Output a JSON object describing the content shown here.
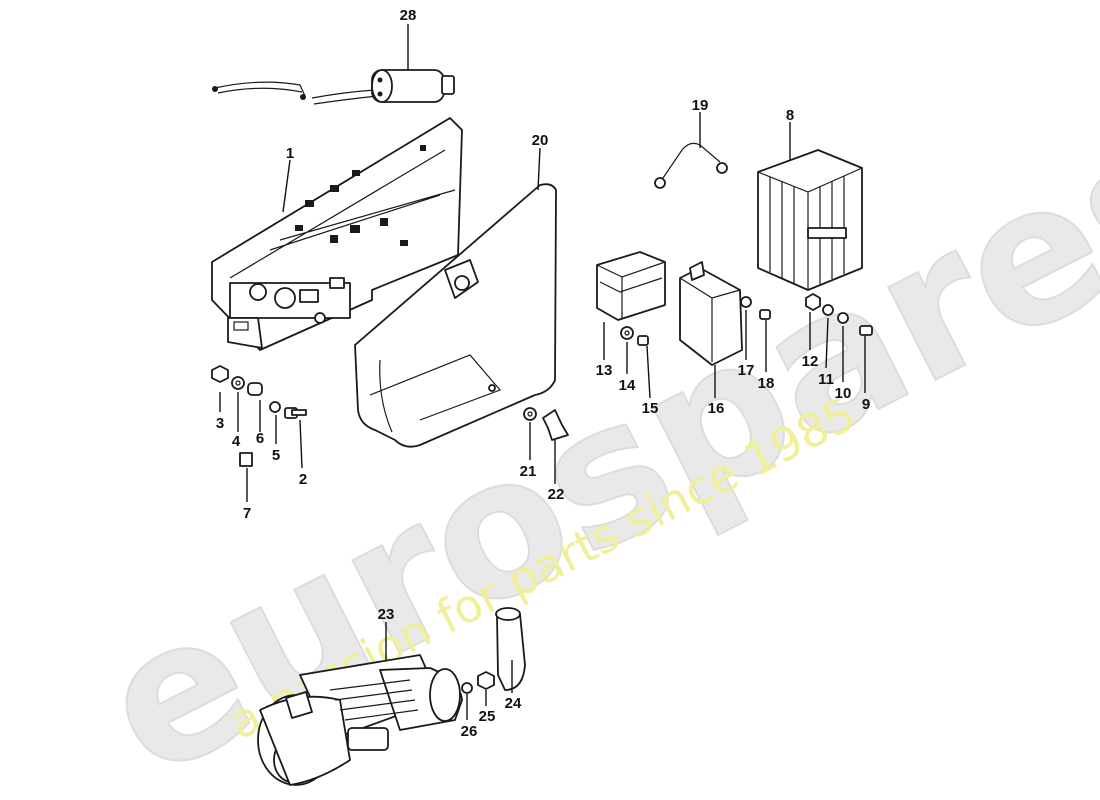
{
  "watermark": {
    "brand": "eurospares",
    "tagline": "a passion for parts since 1985",
    "colors": {
      "brand": "#e9e9e9",
      "tagline": "#f1ef9a"
    }
  },
  "callouts": [
    "1",
    "2",
    "3",
    "4",
    "5",
    "6",
    "7",
    "8",
    "9",
    "10",
    "11",
    "12",
    "13",
    "14",
    "15",
    "16",
    "17",
    "18",
    "19",
    "20",
    "21",
    "22",
    "23",
    "24",
    "25",
    "26",
    "28"
  ]
}
